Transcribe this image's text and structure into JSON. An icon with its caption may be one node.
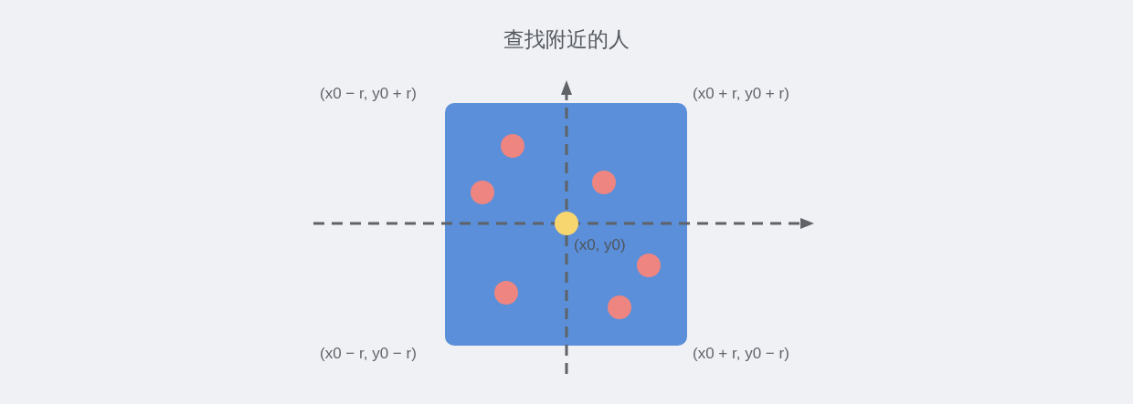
{
  "diagram": {
    "title": "查找附近的人",
    "nodes": [
      {
        "text": [],
        "shape": "box"
      },
      {
        "text": [],
        "shape": "circle",
        "in": 0
      },
      {
        "text": [],
        "shape": "circle",
        "in": 0
      },
      {
        "text": [],
        "shape": "circle",
        "in": 0
      },
      {
        "text": [],
        "shape": "circle",
        "in": 0,
        "beside": [
          "(x0, y0)"
        ]
      },
      {
        "text": [],
        "shape": "circle",
        "in": 0
      },
      {
        "text": [],
        "shape": "circle",
        "in": 0
      },
      {
        "text": [],
        "shape": "circle",
        "in": 0
      }
    ],
    "edges": [],
    "labels": [
      "(x0 − r, y0 + r)",
      "(x0 + r, y0 + r)",
      "(x0 − r, y0 − r)",
      "(x0 + r, y0 − r)"
    ]
  }
}
